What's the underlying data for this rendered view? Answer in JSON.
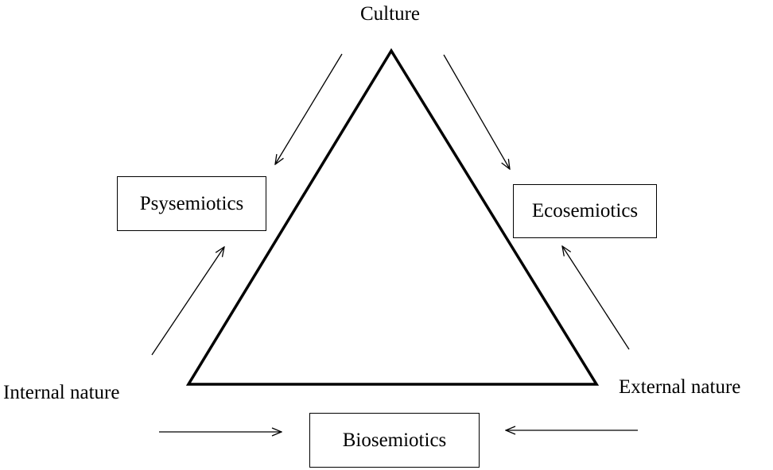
{
  "vertices": {
    "top": "Culture",
    "left": "Internal nature",
    "right": "External nature"
  },
  "boxes": {
    "psy": "Psysemiotics",
    "eco": "Ecosemiotics",
    "bio": "Biosemiotics"
  },
  "colors": {
    "stroke": "#000000",
    "background": "#ffffff"
  }
}
